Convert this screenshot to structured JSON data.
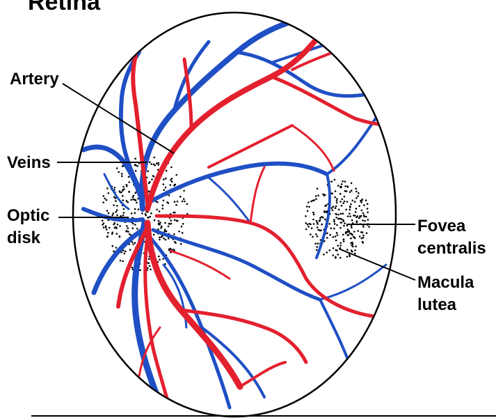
{
  "title": "Retina",
  "labels": {
    "artery": "Artery",
    "veins": "Veins",
    "optic_disk_line1": "Optic",
    "optic_disk_line2": "disk",
    "fovea_line1": "Fovea",
    "fovea_line2": "centralis",
    "macula_line1": "Macula",
    "macula_line2": "lutea"
  },
  "colors": {
    "artery": "#e3202e",
    "vein": "#1f4fc4",
    "outline": "#000000",
    "stipple": "#000000"
  }
}
